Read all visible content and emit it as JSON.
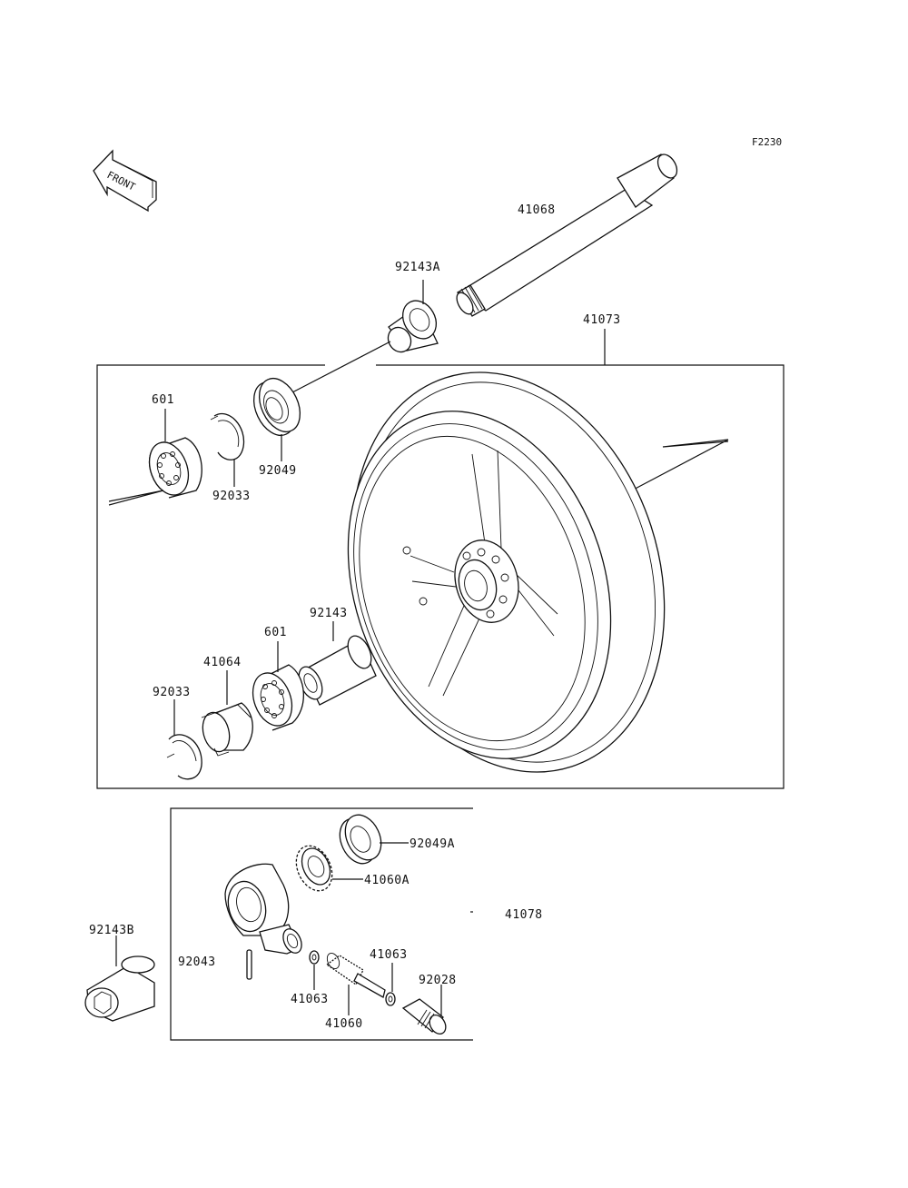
{
  "figure_code": "F2230",
  "front_arrow_text": "FRONT",
  "labels": {
    "p41068": "41068",
    "p92143A": "92143A",
    "p41073": "41073",
    "p601_top": "601",
    "p92049": "92049",
    "p92033_top": "92033",
    "p92143": "92143",
    "p601_bottom": "601",
    "p41064": "41064",
    "p92033_bottom": "92033",
    "p92049A": "92049A",
    "p41060A": "41060A",
    "p41078": "41078",
    "p92143B": "92143B",
    "p92043": "92043",
    "p41063_right": "41063",
    "p92028": "92028",
    "p41063_left": "41063",
    "p41060": "41060"
  }
}
